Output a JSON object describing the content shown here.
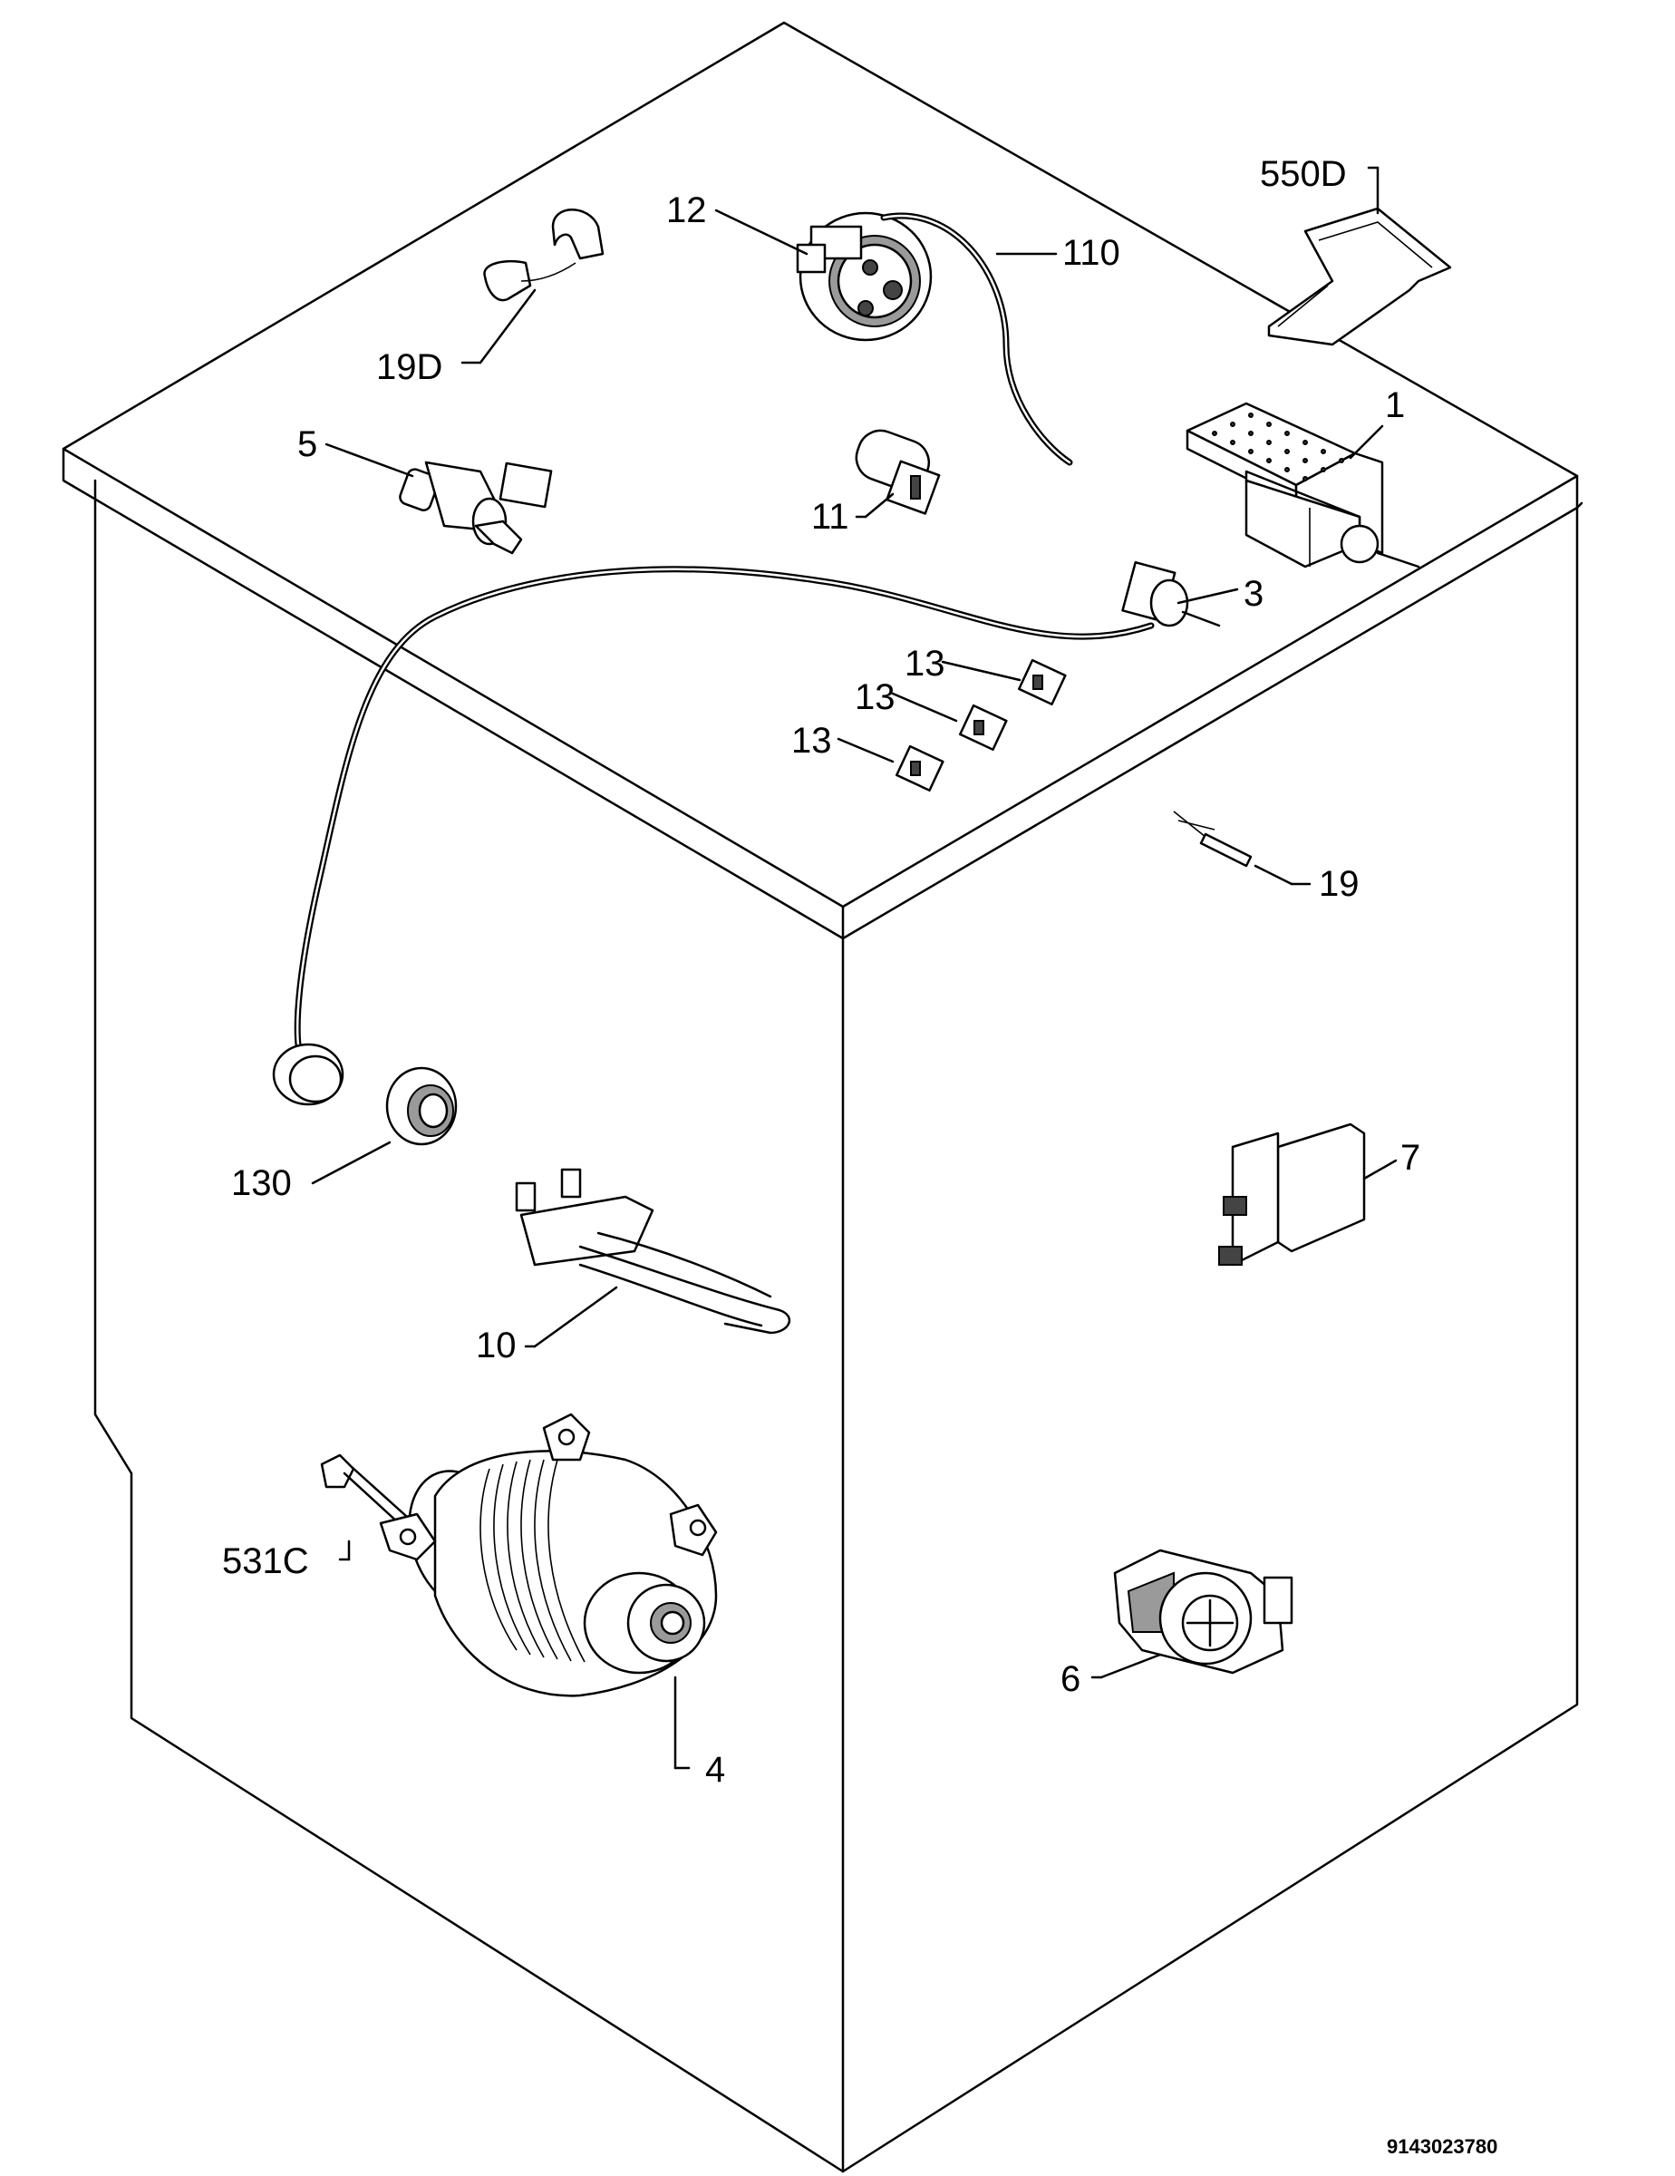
{
  "diagram": {
    "callouts": {
      "c1": "1",
      "c3": "3",
      "c4": "4",
      "c5": "5",
      "c6": "6",
      "c7": "7",
      "c10": "10",
      "c11": "11",
      "c12": "12",
      "c13a": "13",
      "c13b": "13",
      "c13c": "13",
      "c19": "19",
      "c19d": "19D",
      "c110": "110",
      "c130": "130",
      "c531c": "531C",
      "c550d": "550D"
    },
    "document_number": "9143023780"
  }
}
